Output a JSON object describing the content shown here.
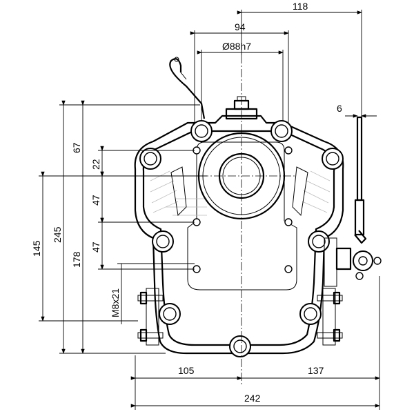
{
  "dimensions": {
    "top_118": "118",
    "top_94": "94",
    "top_bore": "Ø88h7",
    "right_6": "6",
    "left_67": "67",
    "left_22": "22",
    "left_47a": "47",
    "left_47b": "47",
    "left_thread": "M8x21",
    "left_145": "145",
    "left_245": "245",
    "left_178": "178",
    "bottom_105": "105",
    "bottom_137": "137",
    "bottom_242": "242"
  }
}
